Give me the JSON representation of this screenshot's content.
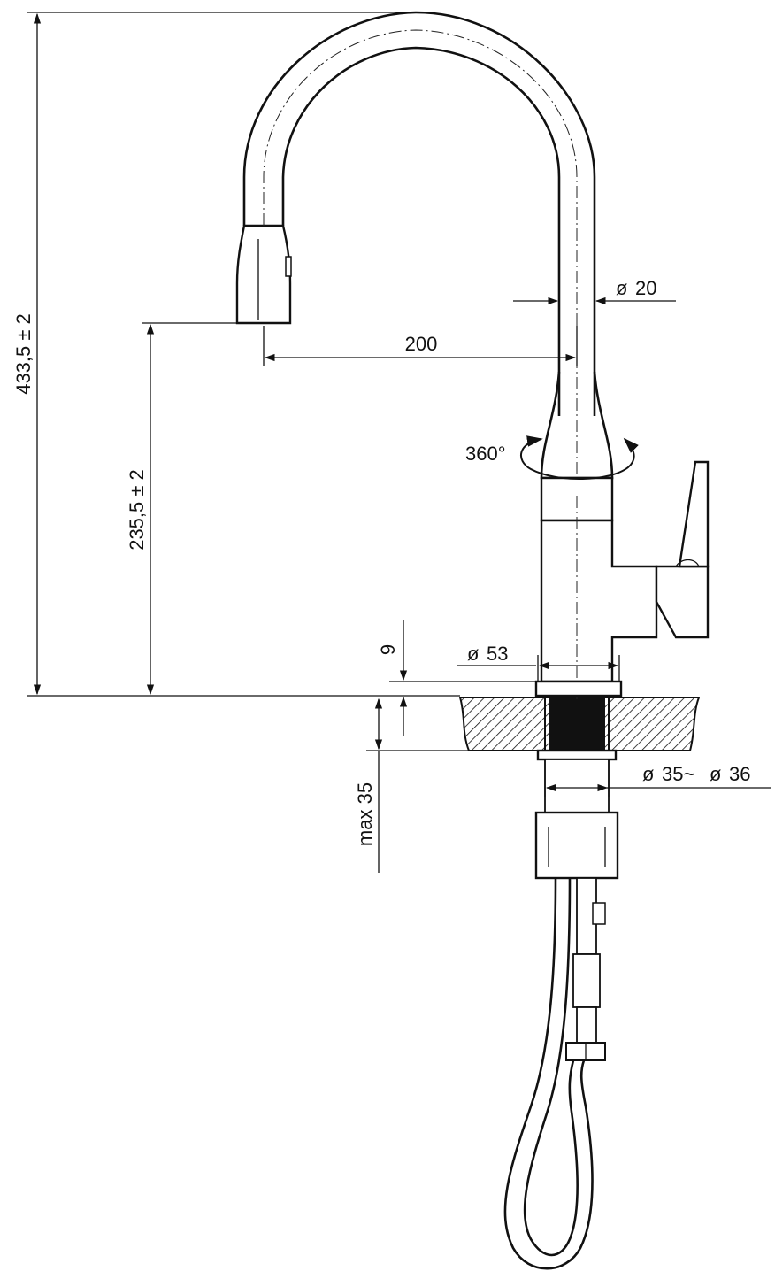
{
  "dimensions": {
    "total_height": "433,5 ± 2",
    "spout_height": "235,5 ± 2",
    "reach": "200",
    "spout_diameter": "20",
    "base_diameter": "53",
    "base_thickness": "9",
    "rotation": "360°",
    "max_countertop": "max 35",
    "hole_diameter": "35~",
    "hole_diameter_max": "36"
  },
  "symbols": {
    "diameter": "ø"
  }
}
